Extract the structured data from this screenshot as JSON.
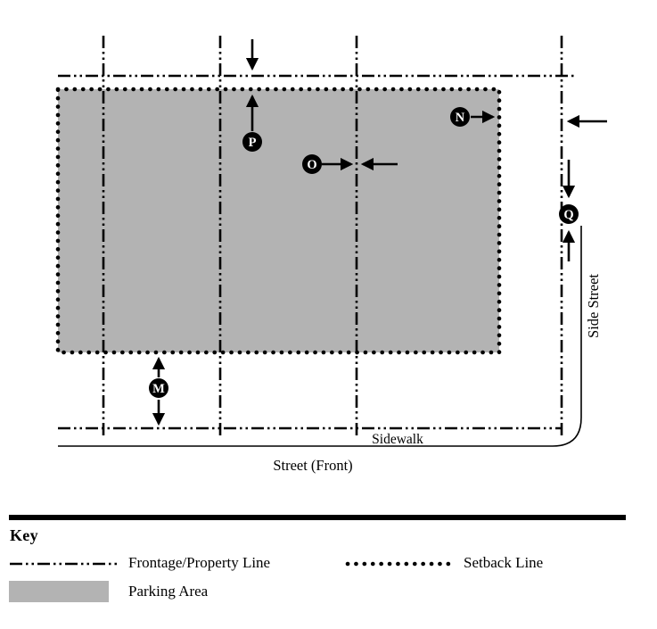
{
  "colors": {
    "parking_fill": "#b3b3b3",
    "line": "#000000"
  },
  "diagram": {
    "markers": [
      {
        "id": "m",
        "label": "M"
      },
      {
        "id": "n",
        "label": "N"
      },
      {
        "id": "o",
        "label": "O"
      },
      {
        "id": "p",
        "label": "P"
      },
      {
        "id": "q",
        "label": "Q"
      }
    ],
    "texts": {
      "sidewalk": "Sidewalk",
      "street_front": "Street (Front)",
      "side_street": "Side Street"
    }
  },
  "key": {
    "title": "Key",
    "items": [
      {
        "name": "frontage",
        "label": "Frontage/Property Line"
      },
      {
        "name": "setback",
        "label": "Setback Line"
      },
      {
        "name": "parking",
        "label": "Parking Area"
      }
    ]
  }
}
